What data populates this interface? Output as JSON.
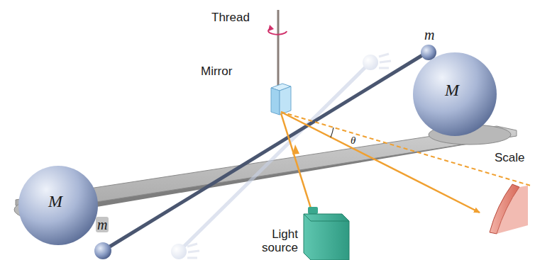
{
  "diagram": {
    "nodes": [
      {
        "text": [
          "M"
        ]
      },
      {
        "text": [
          "M"
        ]
      }
    ],
    "labels": [
      "Thread",
      "m",
      "Mirror",
      "m",
      "θ",
      "Scale",
      "Light source"
    ]
  }
}
